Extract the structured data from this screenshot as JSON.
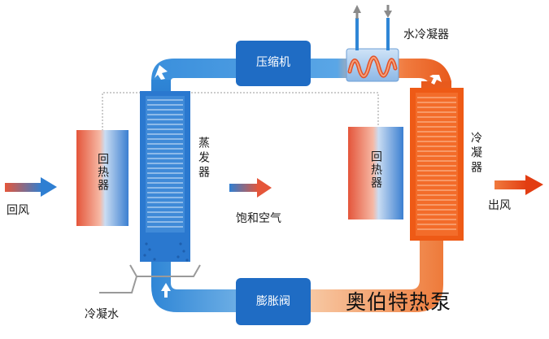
{
  "diagram": {
    "components": {
      "compressor": "压缩机",
      "expansion_valve": "膨胀阀",
      "water_condenser": "水冷凝器",
      "evaporator": "蒸发器",
      "condenser": "冷凝器",
      "recuperator_left": "回热器",
      "recuperator_right": "回热器"
    },
    "airflow": {
      "return_air": "回风",
      "saturated_air": "饱和空气",
      "outlet_air": "出风"
    },
    "condensate": "冷凝水",
    "watermark": "奥伯特热泵"
  },
  "colors": {
    "cold_pipe": "#2f86d6",
    "hot_pipe": "#e85a1c",
    "component_box": "#1f6cc4",
    "evaporator_coil": "#2a78cf",
    "condenser_coil": "#ee5a16",
    "recuperator_warm": "#e4553a",
    "recuperator_cool": "#3b7fd1"
  }
}
